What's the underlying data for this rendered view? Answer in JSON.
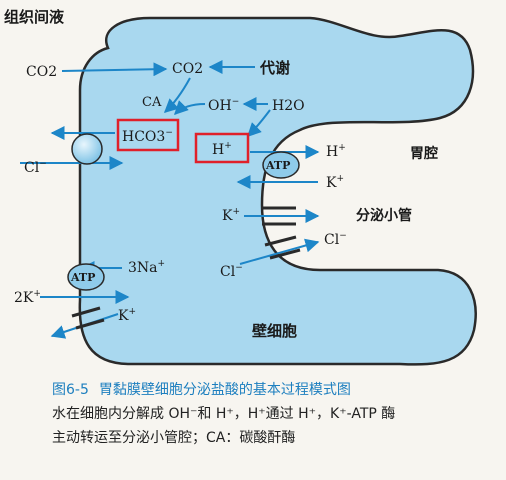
{
  "labels": {
    "interstitial": "组织间液",
    "co2_outside": "CO2",
    "co2_inside": "CO2",
    "metabolism": "代谢",
    "ca": "CA",
    "oh": "OH",
    "h2o": "H2O",
    "hco3": "HCO3",
    "h_inside": "H",
    "h_lumen": "H",
    "atp_pump": "ATP",
    "k_lumen": "K",
    "k_channel": "K",
    "cl_channel": "Cl",
    "cl_lumen": "Cl",
    "cl_outside": "Cl",
    "gastric_cavity": "胃腔",
    "canaliculus": "分泌小管",
    "na3": "3Na",
    "atp_nak": "ATP",
    "k2": "2K",
    "k_basal": "K",
    "parietal_cell": "壁细胞"
  },
  "caption": {
    "fig_number": "图6-5",
    "title": "胃黏膜壁细胞分泌盐酸的基本过程模式图",
    "line1": "水在细胞内分解成 OH⁻和 H⁺，H⁺通过 H⁺，K⁺-ATP 酶",
    "line2": "主动转运至分泌小管腔；CA：碳酸酐酶"
  },
  "colors": {
    "cell_fill": "#a9d8ef",
    "cell_stroke": "#2a2a2a",
    "arrow": "#1d86c8",
    "highlight_box": "#e0202a",
    "caption_accent": "#1d7fbf"
  }
}
